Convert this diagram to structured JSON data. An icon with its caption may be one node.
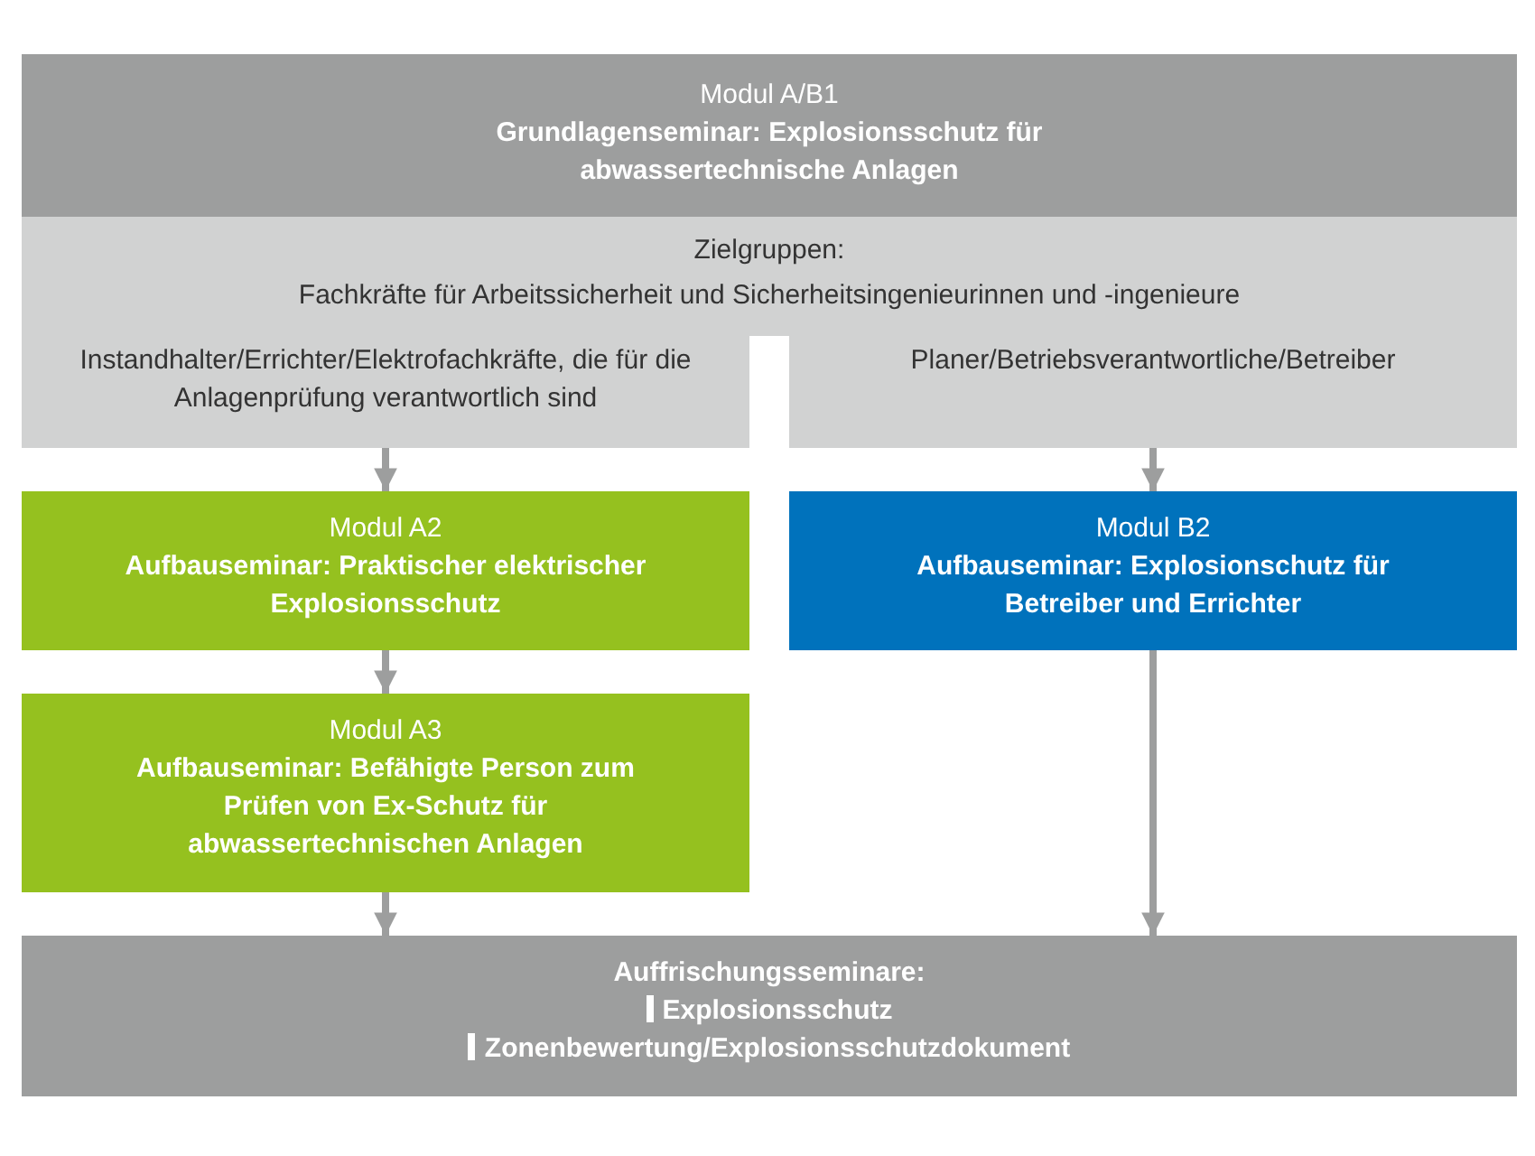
{
  "diagram": {
    "nodes": [
      {
        "text": [
          "Modul A/B1",
          "Grundlagenseminar: Explosionsschutz für abwassertechnische Anlagen"
        ]
      },
      {
        "text": [
          "Zielgruppen:",
          "Fachkräfte für Arbeitssicherheit und Sicherheitsingenieurinnen und -ingenieure"
        ]
      },
      {
        "text": [
          "Instandhalter/Errichter/Elektrofachkräfte, die für die Anlagenprüfung verantwortlich sind"
        ]
      },
      {
        "text": [
          "Planer/Betriebsverantwortliche/Betreiber"
        ]
      },
      {
        "text": [
          "Modul A2",
          "Aufbauseminar: Praktischer elektrischer Explosionsschutz"
        ]
      },
      {
        "text": [
          "Modul B2",
          "Aufbauseminar: Explosionschutz für Betreiber und Errichter"
        ]
      },
      {
        "text": [
          "Modul A3",
          "Aufbauseminar: Befähigte Person zum Prüfen von Ex-Schutz für abwassertechnischen Anlagen"
        ]
      },
      {
        "text": [
          "Auffrischungsseminare:",
          "Explosionsschutz",
          "Zonenbewertung/Explosionsschutzdokument"
        ]
      }
    ],
    "edges": [
      {
        "from": 2,
        "to": 4,
        "arrow": "to"
      },
      {
        "from": 3,
        "to": 5,
        "arrow": "to"
      },
      {
        "from": 4,
        "to": 6,
        "arrow": "to"
      },
      {
        "from": 6,
        "to": 7,
        "arrow": "to"
      },
      {
        "from": 5,
        "to": 7,
        "arrow": "to"
      }
    ]
  }
}
